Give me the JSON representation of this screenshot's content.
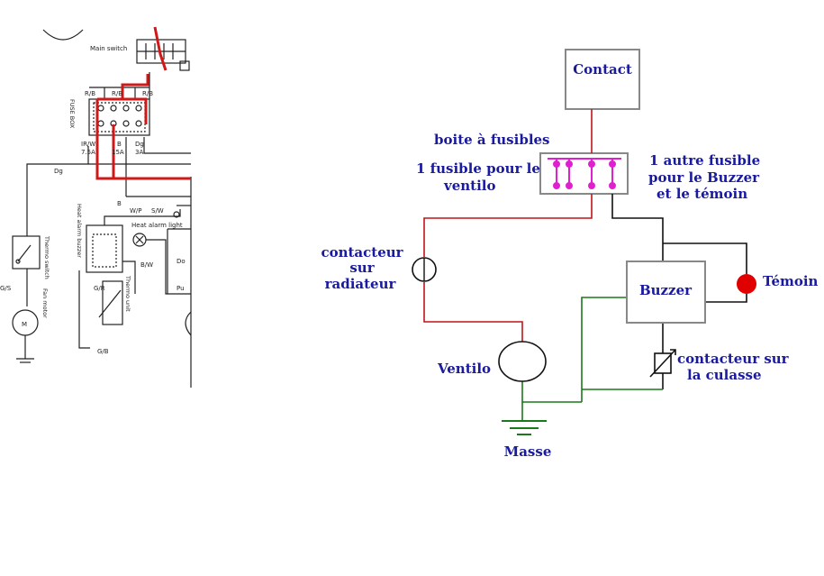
{
  "colors": {
    "label": "#1a1aa0",
    "live_wire": "#c0141a",
    "ground_wire": "#1a7a1a",
    "signal_wire": "#111111",
    "fuse_contacts": "#e020d0",
    "lamp": "#e00000",
    "box_border": "#888888"
  },
  "scan": {
    "main_switch": "Main switch",
    "fuse_box": "FUSE BOX",
    "rb_1": "R/B",
    "rb_2": "R/B",
    "rb_3": "R/B",
    "fuse_a": "IR/W",
    "fuse_a_amp": "7.5A",
    "fuse_b": "B",
    "fuse_b_amp": "15A",
    "fuse_c": "Dg",
    "fuse_c_amp": "3A",
    "dg": "Dg",
    "b": "B",
    "wp": "W/P",
    "sw": "S/W",
    "thermo_switch": "Thermo switch",
    "heat_alarm_buzzer": "Heat alarm buzzer",
    "heat_alarm_light": "Heat alarm light",
    "gs": "G/S",
    "fan_motor": "Fan motor",
    "gr": "G/R",
    "thermo_unit": "Thermo unit",
    "gb": "G/B",
    "bw": "B/W",
    "do": "Do",
    "pu": "Pu",
    "m": "M"
  },
  "labels": {
    "contact": "Contact",
    "fuse_box": "boite à fusibles",
    "fuse_fan_1": "1 fusible pour le",
    "fuse_fan_2": "ventilo",
    "fuse_buzzer_1": "1 autre fusible",
    "fuse_buzzer_2": "pour le Buzzer",
    "fuse_buzzer_3": "et le témoin",
    "rad_switch_1": "contacteur",
    "rad_switch_2": "sur",
    "rad_switch_3": "radiateur",
    "buzzer": "Buzzer",
    "lamp": "Témoin",
    "fan": "Ventilo",
    "head_switch_1": "contacteur sur",
    "head_switch_2": "la culasse",
    "ground": "Masse"
  }
}
